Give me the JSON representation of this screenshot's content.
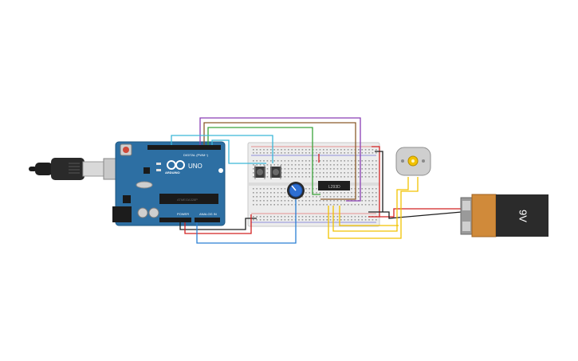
{
  "arduino": {
    "brand": "ARDUINO",
    "model": "UNO",
    "digital_header_label": "DIGITAL (PWM~)",
    "power_label": "POWER",
    "analog_label": "ANALOG IN",
    "chip_marking": "ATMEGA328P",
    "board_color": "#2d6fa3"
  },
  "driver_ic": {
    "label": "L293D"
  },
  "battery": {
    "label": "9V",
    "body_color": "#2b2b2b",
    "cap_color": "#d08a3a"
  },
  "colors": {
    "wire_purple": "#8a3fb5",
    "wire_brown": "#8a5a2b",
    "wire_green": "#3aa33a",
    "wire_cyan": "#3bb7d8",
    "wire_black": "#1e1e1e",
    "wire_red": "#d22020",
    "wire_yellow": "#f2c200",
    "wire_blue": "#2a7fd4"
  }
}
